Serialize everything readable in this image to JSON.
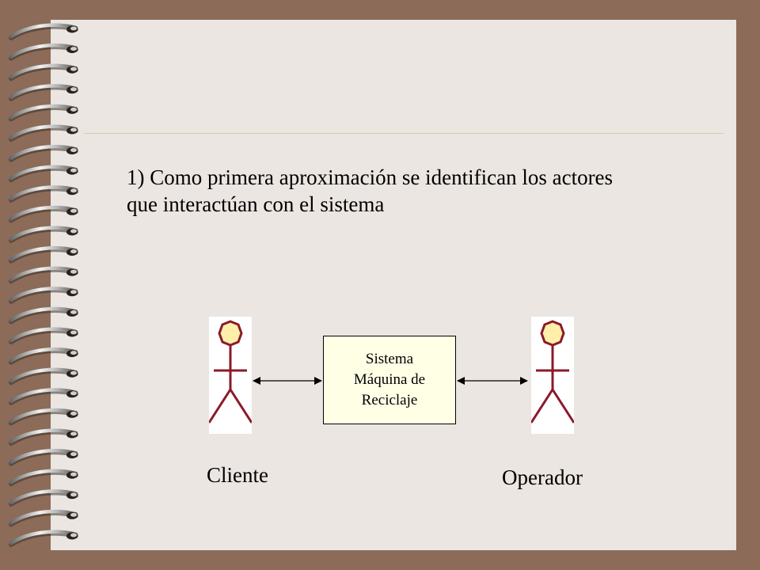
{
  "slide": {
    "text_line_1": "1) Como primera aproximación se identifican los actores",
    "text_line_2": "que interactúan con el sistema"
  },
  "diagram": {
    "system": {
      "line_1": "Sistema",
      "line_2": "Máquina de",
      "line_3": "Reciclaje"
    },
    "actors": [
      {
        "label": "Cliente"
      },
      {
        "label": "Operador"
      }
    ]
  },
  "colors": {
    "background": "#8C6B58",
    "page": "#EBE6E2",
    "actor_head": "#FFEFA8",
    "actor_stroke": "#8B1A2B",
    "system_fill": "#FFFFE6"
  }
}
